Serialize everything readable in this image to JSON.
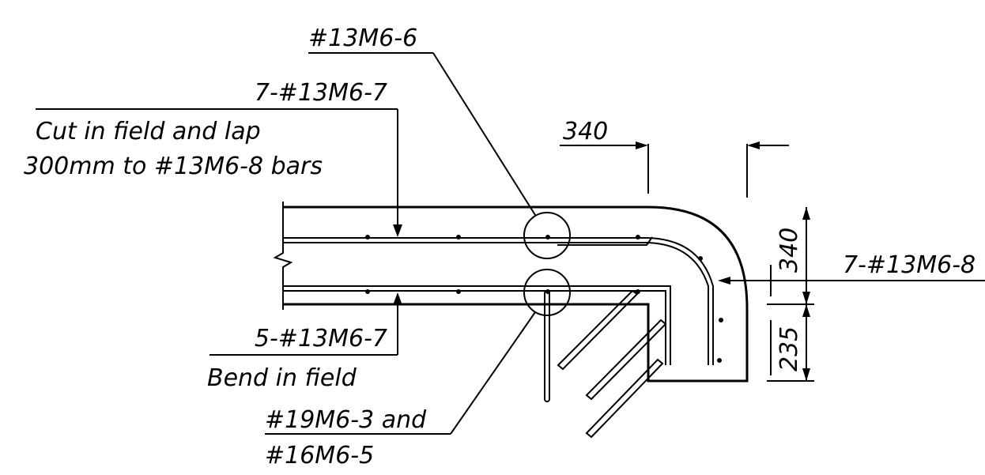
{
  "labels": {
    "top_bar": "#13M6-6",
    "top_bars_count": "7-#13M6-7",
    "note_line1": "Cut in field and lap",
    "note_line2": "300mm to #13M6-8 bars",
    "bottom_bars_count": "5-#13M6-7",
    "bend_note": "Bend in field",
    "stirrups_line1": "#19M6-3 and",
    "stirrups_line2": "#16M6-5",
    "right_bars": "7-#13M6-8"
  },
  "dimensions": {
    "horizontal_cover": "340",
    "vertical_top": "340",
    "vertical_bottom": "235"
  }
}
